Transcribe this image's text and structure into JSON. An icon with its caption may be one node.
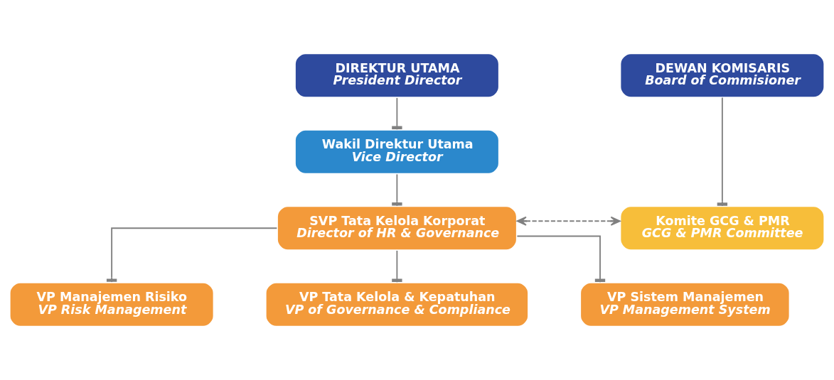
{
  "diagram": {
    "nodes": [
      {
        "text": [
          "DIREKTUR UTAMA",
          "President Director"
        ]
      },
      {
        "text": [
          "DEWAN KOMISARIS",
          "Board of Commisioner"
        ]
      },
      {
        "text": [
          "Wakil Direktur Utama",
          "Vice Director"
        ]
      },
      {
        "text": [
          "SVP Tata Kelola Korporat",
          "Director of HR & Governance"
        ]
      },
      {
        "text": [
          "Komite GCG & PMR",
          "GCG & PMR Committee"
        ]
      },
      {
        "text": [
          "VP Manajemen Risiko",
          "VP Risk Management"
        ]
      },
      {
        "text": [
          "VP Tata Kelola & Kepatuhan",
          "VP of Governance & Compliance"
        ]
      },
      {
        "text": [
          "VP Sistem Manajemen",
          "VP Management System"
        ]
      }
    ],
    "edges": [
      {
        "from": 0,
        "to": 2,
        "arrow": "other"
      },
      {
        "from": 2,
        "to": 3,
        "arrow": "other"
      },
      {
        "from": 1,
        "to": 4,
        "arrow": "other"
      },
      {
        "from": 3,
        "to": 4,
        "arrow": "both",
        "style": "dashed"
      },
      {
        "from": 3,
        "to": 5,
        "arrow": "other"
      },
      {
        "from": 3,
        "to": 6,
        "arrow": "other"
      },
      {
        "from": 3,
        "to": 7,
        "arrow": "other"
      }
    ]
  }
}
